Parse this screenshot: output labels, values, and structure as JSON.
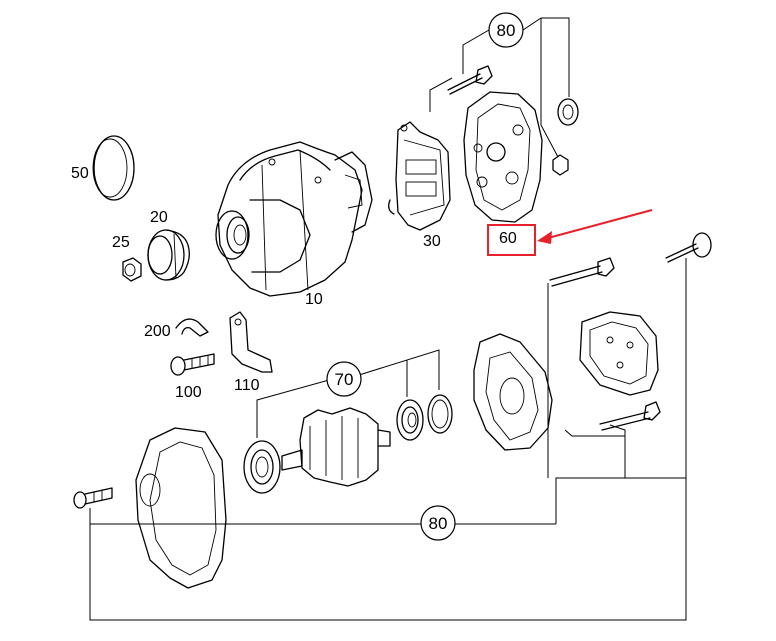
{
  "callouts": {
    "p10": "10",
    "p20": "20",
    "p25": "25",
    "p30": "30",
    "p50": "50",
    "p60": "60",
    "p70": "70",
    "p80_top": "80",
    "p80_bottom": "80",
    "p100": "100",
    "p110": "110",
    "p200": "200"
  },
  "highlight": {
    "part": "60",
    "color": "#e8202a"
  }
}
